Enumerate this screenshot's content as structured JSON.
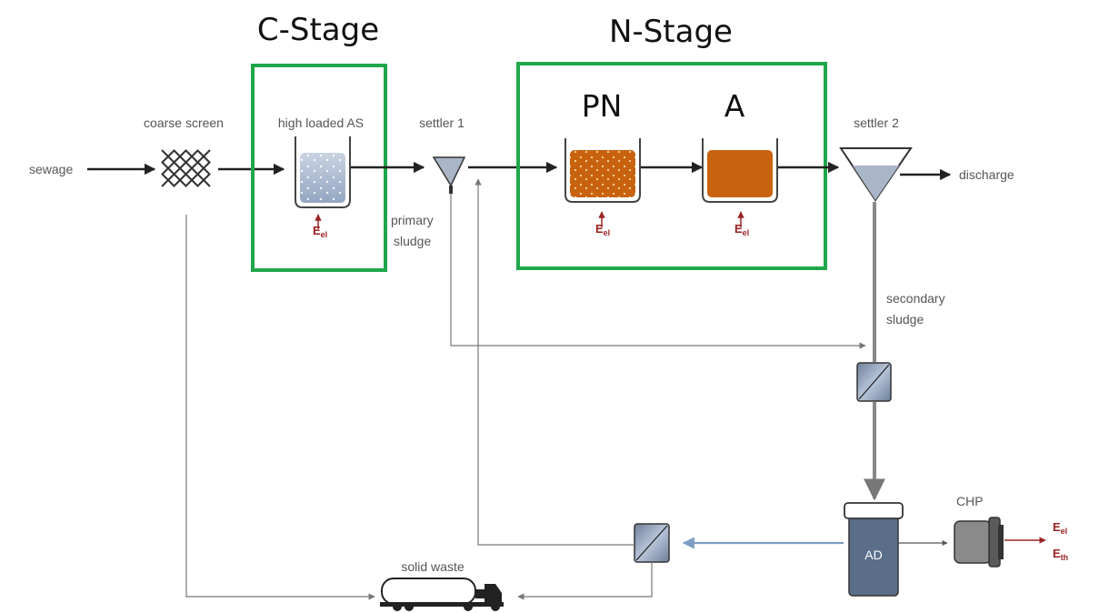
{
  "stage_labels": {
    "c_stage": "C-Stage",
    "n_stage": "N-Stage",
    "pn": "PN",
    "a": "A"
  },
  "labels": {
    "sewage": "sewage",
    "coarse_screen": "coarse screen",
    "high_loaded_as": "high loaded AS",
    "settler1": "settler 1",
    "primary": "primary",
    "sludge1": "sludge",
    "settler2": "settler 2",
    "discharge": "discharge",
    "secondary": "secondary",
    "sludge2": "sludge",
    "ad": "AD",
    "chp": "CHP",
    "solid_waste": "solid waste"
  },
  "energy": {
    "e": "E",
    "el": "el",
    "th": "th"
  },
  "colors": {
    "stage_box": "#1fa64a",
    "flow_arrow": "#222222",
    "sludge_line": "#888888",
    "energy_red": "#9b2323",
    "orange_tank": "#c8620e",
    "return_blue": "#7d9ec2"
  }
}
